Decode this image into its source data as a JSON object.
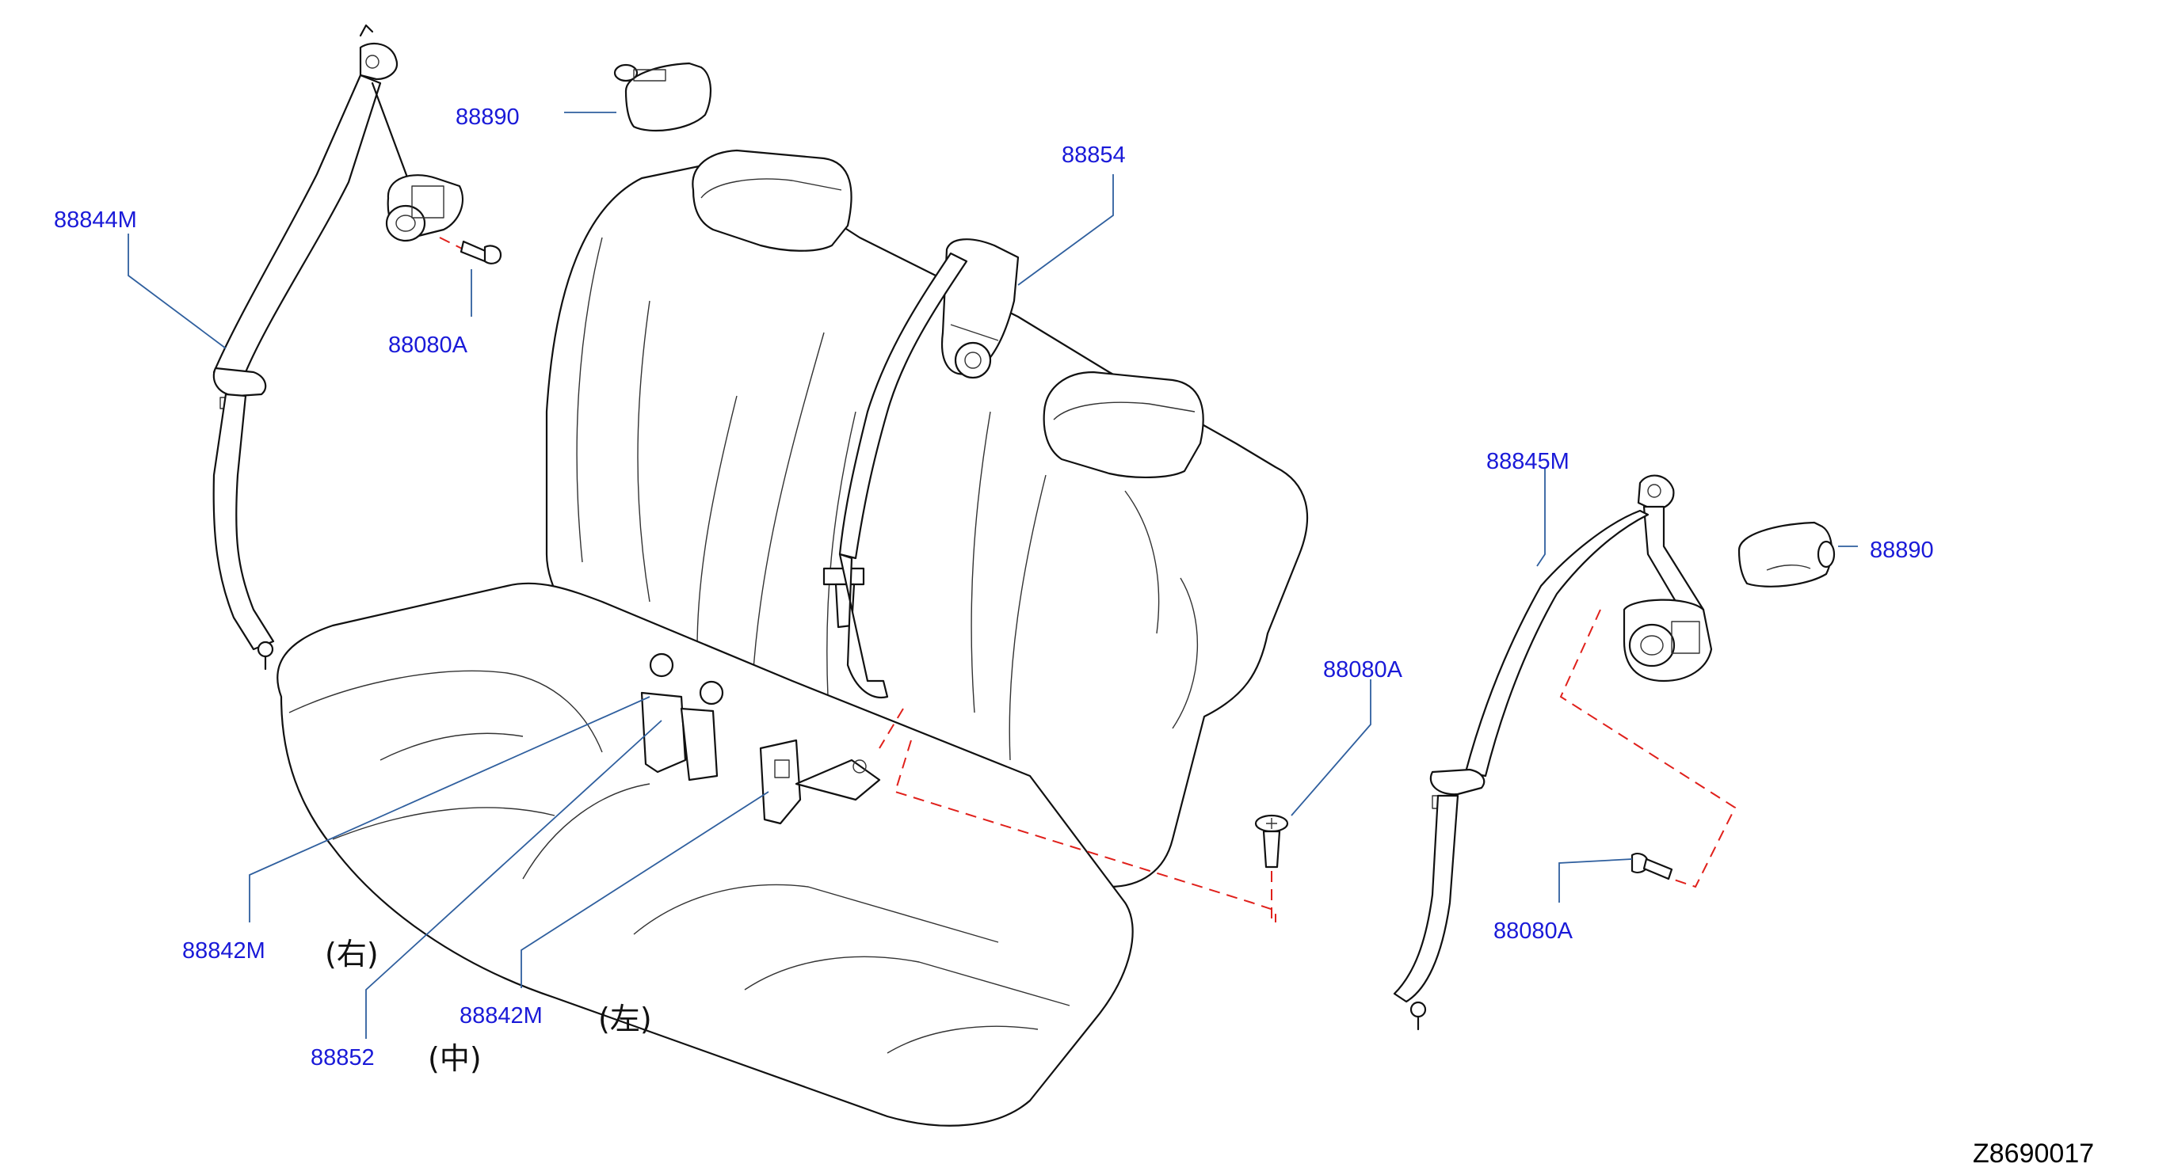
{
  "diagram": {
    "callouts": {
      "c1": "88890",
      "c2": "88844M",
      "c3": "88080A",
      "c4": "88854",
      "c5": "88845M",
      "c6": "88890",
      "c7": "88080A",
      "c8": "88080A",
      "c9": "88842M",
      "c10": "88852",
      "c11": "88842M"
    },
    "notes": {
      "right": "(右)",
      "center": "(中)",
      "left": "(左)"
    },
    "code": "Z8690017"
  },
  "colors": {
    "callout_text": "#1a1ad8",
    "leader_line": "#2f5f9e",
    "hidden_line": "#e0201b",
    "outline": "#111111"
  }
}
